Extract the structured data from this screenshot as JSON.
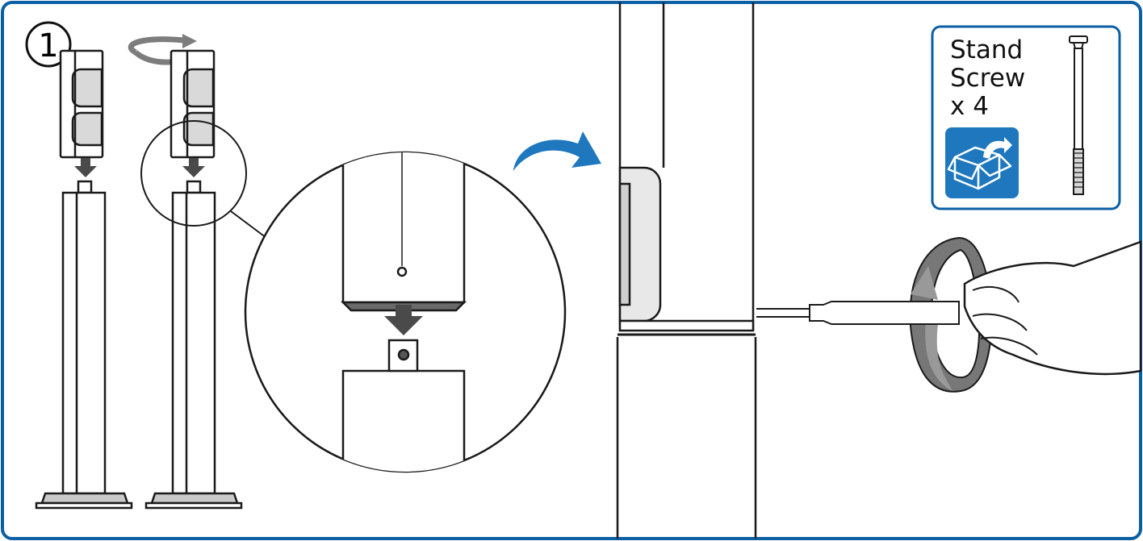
{
  "step": {
    "number": "1"
  },
  "parts_box": {
    "lines": [
      "Stand",
      "Screw",
      "x 4"
    ],
    "in_box_icon": "open-box-with-arrow-icon"
  },
  "colors": {
    "frame_blue": "#0b5fa3",
    "arrow_blue": "#1f78be",
    "line_black": "#1a1a1a",
    "fill_grey": "#a3a3a3",
    "fill_dark": "#555555"
  },
  "icons": [
    "rotate-arrow-icon",
    "curved-arrow-icon",
    "down-arrow-icon",
    "magnify-circle-icon",
    "hand-screwdriver-icon"
  ]
}
